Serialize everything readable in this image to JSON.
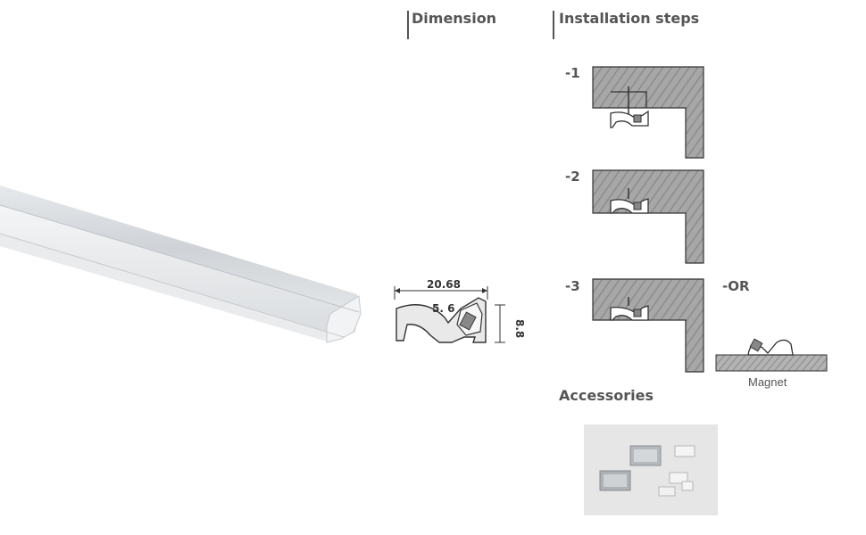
{
  "sections": {
    "dimension_title": "Dimension",
    "installation_title": "Installation steps",
    "accessories_title": "Accessories"
  },
  "steps": [
    {
      "label": "-1"
    },
    {
      "label": "-2"
    },
    {
      "label": "-3"
    },
    {
      "label": "-OR"
    }
  ],
  "dimensions": {
    "width": "20.68",
    "lens": "5. 6",
    "height": "8.8"
  },
  "magnet_label": "Magnet"
}
